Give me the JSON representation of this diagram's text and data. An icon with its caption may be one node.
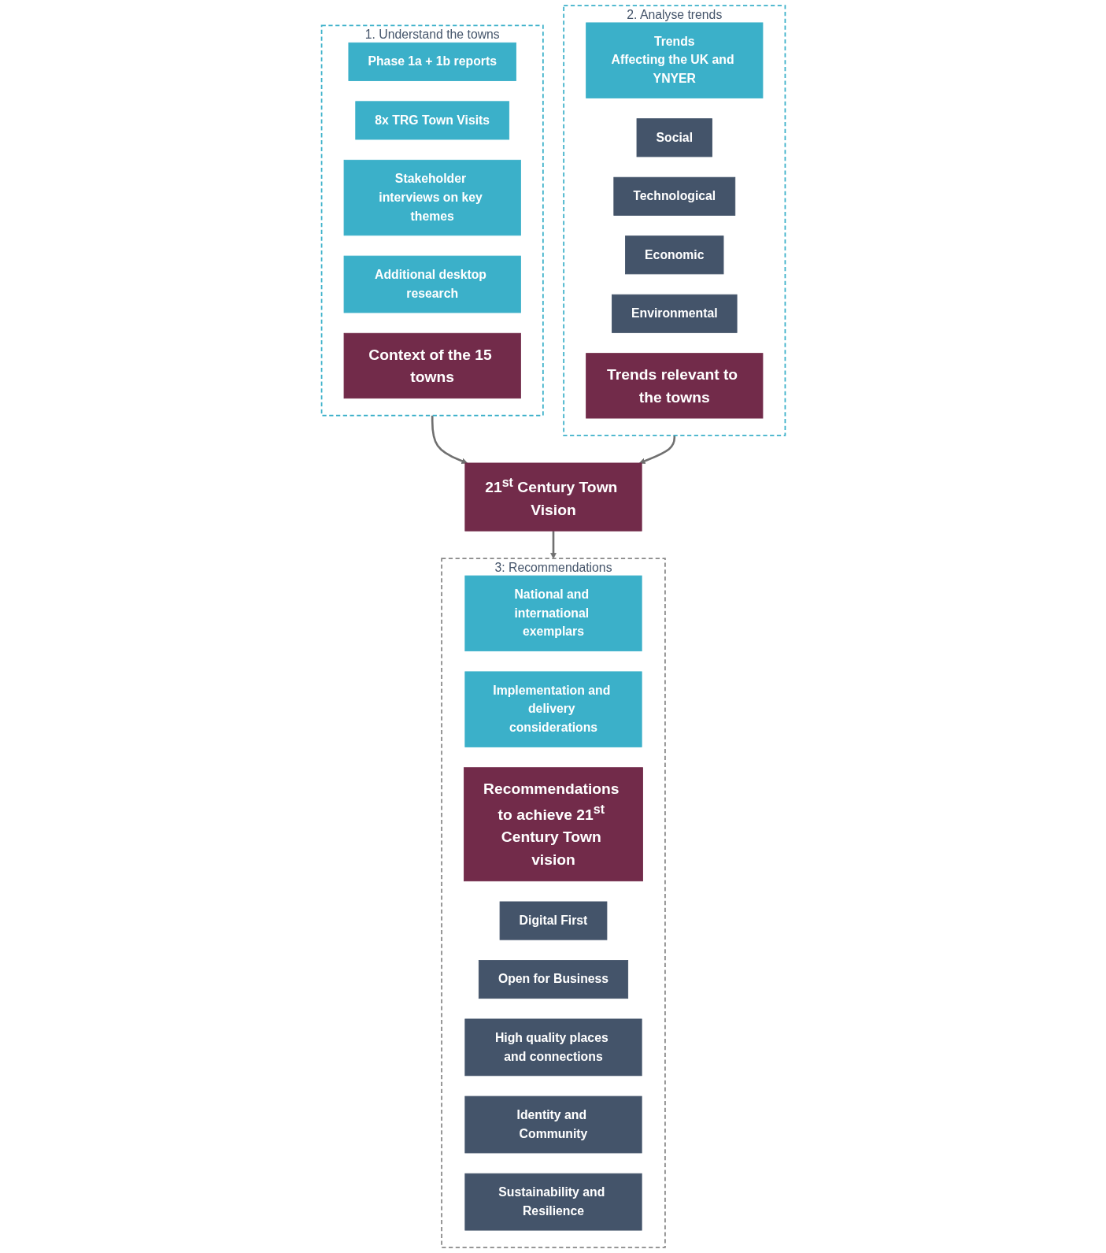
{
  "diagram": {
    "nodes": [
      {
        "text": [
          "1. Understand the towns"
        ]
      },
      {
        "text": [
          "Phase 1a + 1b reports"
        ],
        "in": 0
      },
      {
        "text": [
          "8x TRG Town Visits"
        ],
        "in": 0
      },
      {
        "text": [
          "Stakeholder interviews on key themes"
        ],
        "in": 0
      },
      {
        "text": [
          "Additional desktop research"
        ],
        "in": 0
      },
      {
        "text": [
          "Context of the 15 towns"
        ],
        "in": 0
      },
      {
        "text": [
          "2. Analyse trends"
        ]
      },
      {
        "text": [
          "Trends",
          "Affecting the UK and YNYER"
        ],
        "in": 6
      },
      {
        "text": [
          "Social"
        ],
        "in": 6
      },
      {
        "text": [
          "Technological"
        ],
        "in": 6
      },
      {
        "text": [
          "Economic"
        ],
        "in": 6
      },
      {
        "text": [
          "Environmental"
        ],
        "in": 6
      },
      {
        "text": [
          "Trends relevant to the towns"
        ],
        "in": 6
      },
      {
        "text": [
          "21$^{st}$ Century Town Vision"
        ]
      },
      {
        "text": [
          "3: Recommendations"
        ]
      },
      {
        "text": [
          "National and international exemplars"
        ],
        "in": 14
      },
      {
        "text": [
          "Implementation and delivery considerations"
        ],
        "in": 14
      },
      {
        "text": [
          "Recommendations to achieve 21$^{st}$ Century Town vision"
        ],
        "in": 14
      },
      {
        "text": [
          "Digital First"
        ],
        "in": 14
      },
      {
        "text": [
          "Open for Business"
        ],
        "in": 14
      },
      {
        "text": [
          "High quality places and connections"
        ],
        "in": 14
      },
      {
        "text": [
          "Identity and Community"
        ],
        "in": 14
      },
      {
        "text": [
          "Sustainability and Resilience"
        ],
        "in": 14
      }
    ],
    "edges": [
      {
        "from": 0,
        "to": 13,
        "arrow": "to"
      },
      {
        "from": 6,
        "to": 13,
        "arrow": "to"
      },
      {
        "from": 13,
        "to": 14,
        "arrow": "to"
      }
    ]
  }
}
